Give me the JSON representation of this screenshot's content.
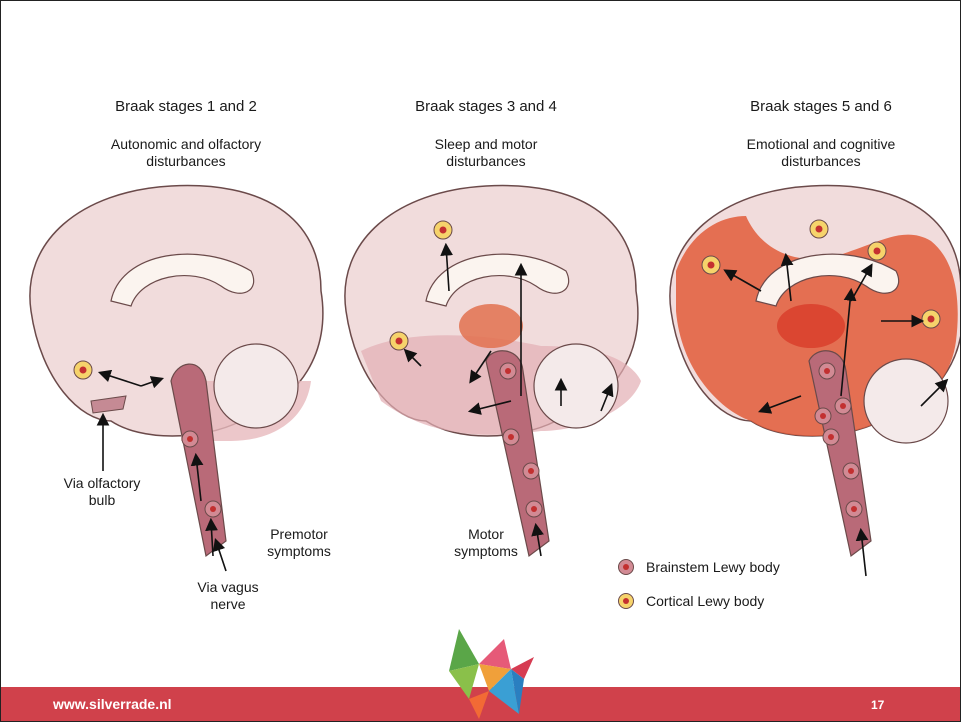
{
  "panels": [
    {
      "title": "Braak stages 1 and 2",
      "subtitle_line1": "Autonomic and olfactory",
      "subtitle_line2": "disturbances"
    },
    {
      "title": "Braak stages 3 and 4",
      "subtitle_line1": "Sleep and motor",
      "subtitle_line2": "disturbances"
    },
    {
      "title": "Braak stages 5 and 6",
      "subtitle_line1": "Emotional and cognitive",
      "subtitle_line2": "disturbances"
    }
  ],
  "labels": {
    "olfactory_line1": "Via olfactory",
    "olfactory_line2": "bulb",
    "premotor_line1": "Premotor",
    "premotor_line2": "symptoms",
    "vagus_line1": "Via vagus",
    "vagus_line2": "nerve",
    "motor_line1": "Motor",
    "motor_line2": "symptoms"
  },
  "legend": {
    "brainstem": "Brainstem Lewy body",
    "cortical": "Cortical Lewy body"
  },
  "colors": {
    "brain_fill": "#f1dcdc",
    "brainstem_fill": "#b96a78",
    "pathology_light": "#e7a9a9",
    "pathology_dark": "#e25c3a",
    "footer": "#d0414b"
  },
  "footer": {
    "url": "www.silverrade.nl",
    "page": "17"
  }
}
